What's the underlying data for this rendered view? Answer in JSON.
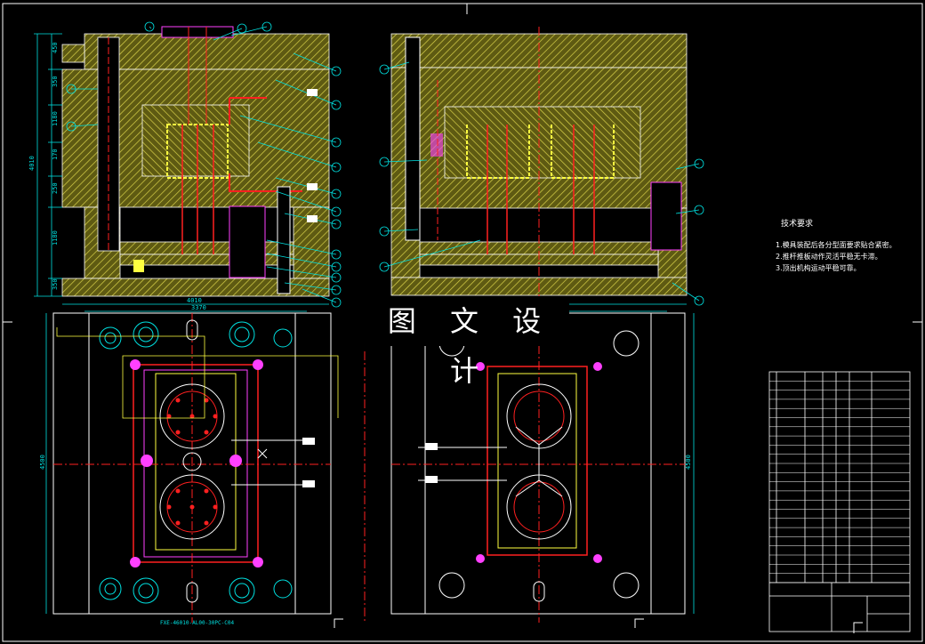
{
  "watermark": "图 文 设 计",
  "notes": {
    "title": "技术要求",
    "lines": [
      "1.模具装配后各分型面要求贴合紧密。",
      "2.推杆推板动作灵活平稳无卡滞。",
      "3.顶出机构运动平稳可靠。"
    ]
  },
  "dimensions_left_vertical": [
    "450",
    "350",
    "1180",
    "170",
    "250",
    "1180",
    "350"
  ],
  "dim_total": "4010",
  "top_dims": [
    "4010",
    "3370"
  ],
  "side_dim": "4500",
  "bottom_label": "FXE-46010-AL00-30PC-C04",
  "colors": {
    "background": "#000000",
    "plate": "#c9c238",
    "hatch": "#8a8420",
    "outline": "#ffffff",
    "red": "#ff2020",
    "cyan": "#00e0e0",
    "magenta": "#ff40ff",
    "yellow": "#ffff40",
    "green": "#40ff40",
    "blue": "#6060ff"
  }
}
